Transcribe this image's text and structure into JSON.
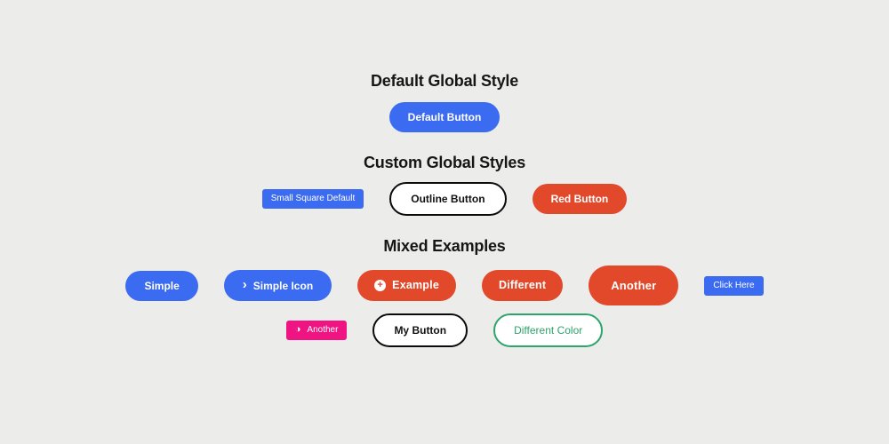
{
  "colors": {
    "background": "#ECECEA",
    "blue": "#3B6BF0",
    "red": "#E2492B",
    "pink": "#F01483",
    "green": "#2EA46C",
    "outline": "#0B0B0B",
    "heading": "#161616"
  },
  "icons": {
    "chevron_right": "›",
    "plus": "+",
    "half_circle": "◑"
  },
  "sections": {
    "default_style": {
      "title": "Default Global Style",
      "default_button": {
        "label": "Default Button"
      }
    },
    "custom_styles": {
      "title": "Custom Global Styles",
      "small_square_button": {
        "label": "Small Square Default"
      },
      "outline_button": {
        "label": "Outline Button"
      },
      "red_button": {
        "label": "Red Button"
      }
    },
    "mixed_examples": {
      "title": "Mixed Examples",
      "simple_button": {
        "label": "Simple"
      },
      "simple_icon_button": {
        "label": "Simple Icon",
        "icon": "chevron-right"
      },
      "example_button": {
        "label": "Example",
        "icon": "plus-circle"
      },
      "different_button": {
        "label": "Different"
      },
      "another_button": {
        "label": "Another"
      },
      "click_here_button": {
        "label": "Click Here"
      },
      "another_pink_button": {
        "label": "Another",
        "icon": "half-circle"
      },
      "my_button": {
        "label": "My Button"
      },
      "different_color_button": {
        "label": "Different Color"
      }
    }
  }
}
